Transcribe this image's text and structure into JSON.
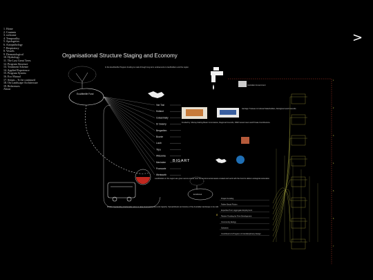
{
  "nav": {
    "items": [
      "1. Home",
      "2. Contents",
      "3. welcome",
      "4. Temporality",
      "5. Apologetics",
      "6. Autopathology",
      "7. Respiratory",
      "8. Vessels",
      "9. Dermatological",
      "10. Hydrology",
      "11. The Last Great Trees",
      "12. Program Structure",
      "13. Treatment Scheme",
      "14. Applied Experience",
      "15. Program System",
      "16. Eco Mutual",
      "17. Serum – To be continued",
      "18. On Landscape Architecture",
      "19. References",
      "About"
    ]
  },
  "next_arrow": ">",
  "title": "Organisational Structure Staging and Economy",
  "diagram": {
    "fund_label": "EcoAfterlife Fund",
    "logo_text": "BIGART",
    "center_list": [
      "Van Tosi",
      "Holland",
      "Coleambally",
      "Dr Swamp",
      "Bergsetten",
      "Bourke",
      "Louth",
      "Tilpa",
      "Wilcannia",
      "Menindee",
      "Pooncarie",
      "Wentworth"
    ],
    "right_list": [
      "Project Funding",
      "Father Broad Fiction",
      "Expertise Pool, Aggregate Employment",
      "Partner Funding for Free Development",
      "Community Eulogy",
      "Solutions",
      "Contributors & Program of Interdisciplinary Design"
    ],
    "right_list_number": "8",
    "caravan_note": "Mobile Overlanding & Education aims to raise local awareness and capacity. Spreadsheets and stories of the Australian landscape to be told.",
    "blurb_top": "In the EcoAfterlife Program funding is made through long term endowments to landholders and the region.",
    "blurb_mid": "Landholders in the region are given secure tenure over the environmental assets created and work with the Fund to deliver ecological restoration.",
    "blurb_logo": "Funded by: Murray Darling Basin Commission, Regional Councils, NSW Government and Private Contributions.",
    "blurb_logo2": "Heritage Trustees & Cultural Stakeholders, Aboriginal Land Councils.",
    "blurb_gov": "Australian Government",
    "ecomutual_label": "EcoMutual",
    "axis_numbers": [
      "1",
      "2",
      "3",
      "4",
      "5",
      "6",
      "7"
    ]
  }
}
